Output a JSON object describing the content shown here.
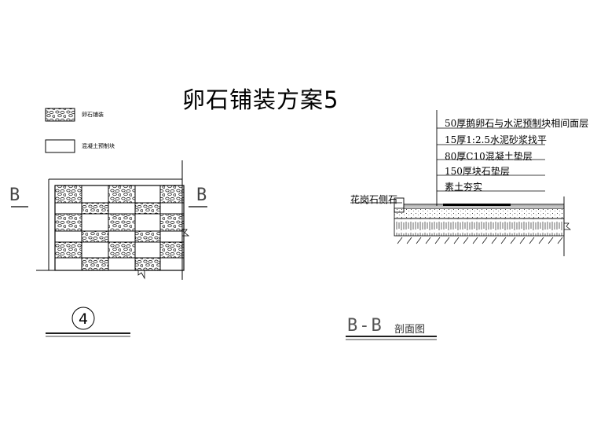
{
  "title": "卵石铺装方案5",
  "legend": {
    "items": [
      {
        "label": "卵石铺装",
        "pattern": "pebble"
      },
      {
        "label": "混凝土预制块",
        "pattern": "blank"
      }
    ]
  },
  "plan": {
    "cut_left": "B",
    "cut_right": "B",
    "detail_number": "4"
  },
  "section": {
    "layers": [
      "50厚鹅卵石与水泥预制块相间面层",
      "15厚1:2.5水泥砂浆找平",
      "80厚C10混凝土垫层",
      "150厚块石垫层",
      "素土夯实"
    ],
    "curb_label": "花岗石侧石",
    "title_main": "B-B",
    "title_sub": "剖面图"
  },
  "colors": {
    "line": "#000000",
    "pebble_fill": "#ffffff"
  }
}
